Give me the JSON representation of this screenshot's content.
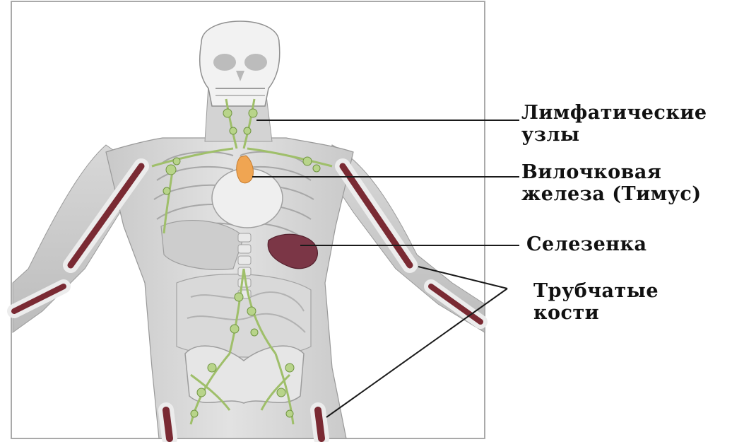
{
  "labels": {
    "lymph_nodes": [
      "Лимфатические",
      "узлы"
    ],
    "thymus": [
      "Вилочковая",
      "железа (Тимус)"
    ],
    "spleen": [
      "Селезенка"
    ],
    "tubular_bones": [
      "Трубчатые",
      "кости"
    ]
  },
  "colors": {
    "background": "#ffffff",
    "frame": "#a9a9a9",
    "body_gray": "#d6d6d6",
    "bone": "#efefef",
    "marrow": "#7a2a33",
    "spleen": "#7b3646",
    "thymus": "#f0a552",
    "lymph": "#9fbf6a",
    "leader_line": "#1a1a1a"
  },
  "icons": {
    "figure": "human-lymphatic-system-illustration"
  }
}
